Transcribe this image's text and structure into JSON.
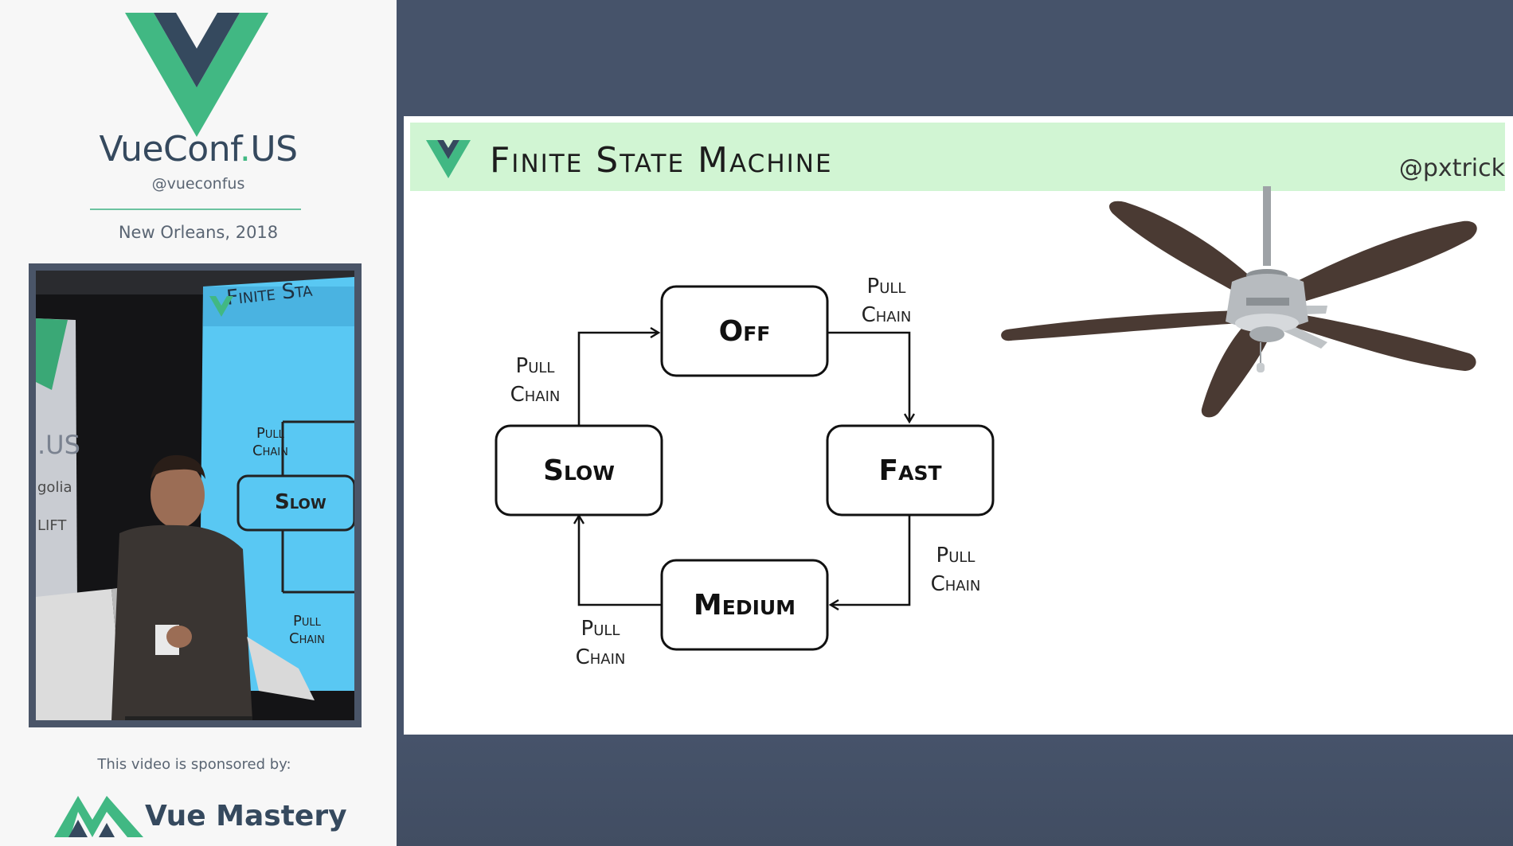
{
  "conference": {
    "name_part1": "VueConf",
    "name_dot": ".",
    "name_part2": "US",
    "handle": "@vueconfus",
    "place": "New Orleans, 2018"
  },
  "video": {
    "slide_title": "Finite Sta",
    "labels": {
      "pull_chain_a": "Pull",
      "pull_chain_a2": "Chain",
      "slow": "Slow",
      "pull_chain_b": "Pull",
      "pull_chain_b2": "Chain",
      "sign_us": ".US",
      "sign_golia": "golia",
      "sign_lift": "LIFT"
    }
  },
  "sponsor": {
    "text": "This video is sponsored by:",
    "name": "Vue Mastery"
  },
  "slide": {
    "title": "Finite State Machine",
    "handle": "@pxtrick",
    "states": {
      "off": "Off",
      "fast": "Fast",
      "medium": "Medium",
      "slow": "Slow"
    },
    "edge_label_line1": "Pull",
    "edge_label_line2": "Chain"
  },
  "colors": {
    "vue_green": "#41b883",
    "vue_navy": "#35495e",
    "header_green": "#d1f5d3",
    "background": "#46536a"
  }
}
